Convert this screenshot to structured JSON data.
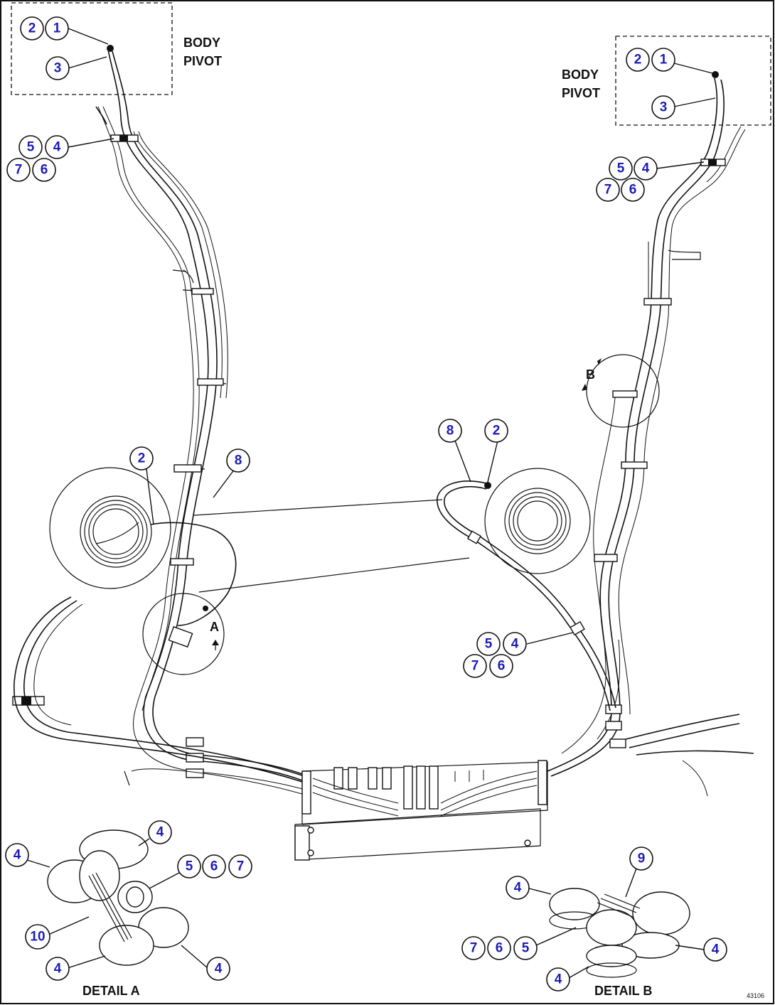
{
  "labels": {
    "body_pivot_left_1": "BODY",
    "body_pivot_left_2": "PIVOT",
    "body_pivot_right_1": "BODY",
    "body_pivot_right_2": "PIVOT",
    "detail_a": "DETAIL A",
    "detail_b": "DETAIL B",
    "view_a": "A",
    "view_b": "B",
    "figure_number": "43106"
  },
  "callouts": [
    {
      "id": "tl-2",
      "text": "2"
    },
    {
      "id": "tl-1",
      "text": "1"
    },
    {
      "id": "tl-3",
      "text": "3"
    },
    {
      "id": "tl-5",
      "text": "5"
    },
    {
      "id": "tl-4",
      "text": "4"
    },
    {
      "id": "tl-7",
      "text": "7"
    },
    {
      "id": "tl-6",
      "text": "6"
    },
    {
      "id": "tr-2",
      "text": "2"
    },
    {
      "id": "tr-1",
      "text": "1"
    },
    {
      "id": "tr-3",
      "text": "3"
    },
    {
      "id": "tr-5",
      "text": "5"
    },
    {
      "id": "tr-4",
      "text": "4"
    },
    {
      "id": "tr-7",
      "text": "7"
    },
    {
      "id": "tr-6",
      "text": "6"
    },
    {
      "id": "ml-2",
      "text": "2"
    },
    {
      "id": "ml-8",
      "text": "8"
    },
    {
      "id": "mc-8",
      "text": "8"
    },
    {
      "id": "mc-2",
      "text": "2"
    },
    {
      "id": "mc-5",
      "text": "5"
    },
    {
      "id": "mc-4",
      "text": "4"
    },
    {
      "id": "mc-7",
      "text": "7"
    },
    {
      "id": "mc-6",
      "text": "6"
    },
    {
      "id": "da-4a",
      "text": "4"
    },
    {
      "id": "da-4b",
      "text": "4"
    },
    {
      "id": "da-5",
      "text": "5"
    },
    {
      "id": "da-6",
      "text": "6"
    },
    {
      "id": "da-7",
      "text": "7"
    },
    {
      "id": "da-10",
      "text": "10"
    },
    {
      "id": "da-4c",
      "text": "4"
    },
    {
      "id": "da-4d",
      "text": "4"
    },
    {
      "id": "db-9",
      "text": "9"
    },
    {
      "id": "db-4a",
      "text": "4"
    },
    {
      "id": "db-7",
      "text": "7"
    },
    {
      "id": "db-6",
      "text": "6"
    },
    {
      "id": "db-5",
      "text": "5"
    },
    {
      "id": "db-4b",
      "text": "4"
    },
    {
      "id": "db-4c",
      "text": "4"
    }
  ]
}
